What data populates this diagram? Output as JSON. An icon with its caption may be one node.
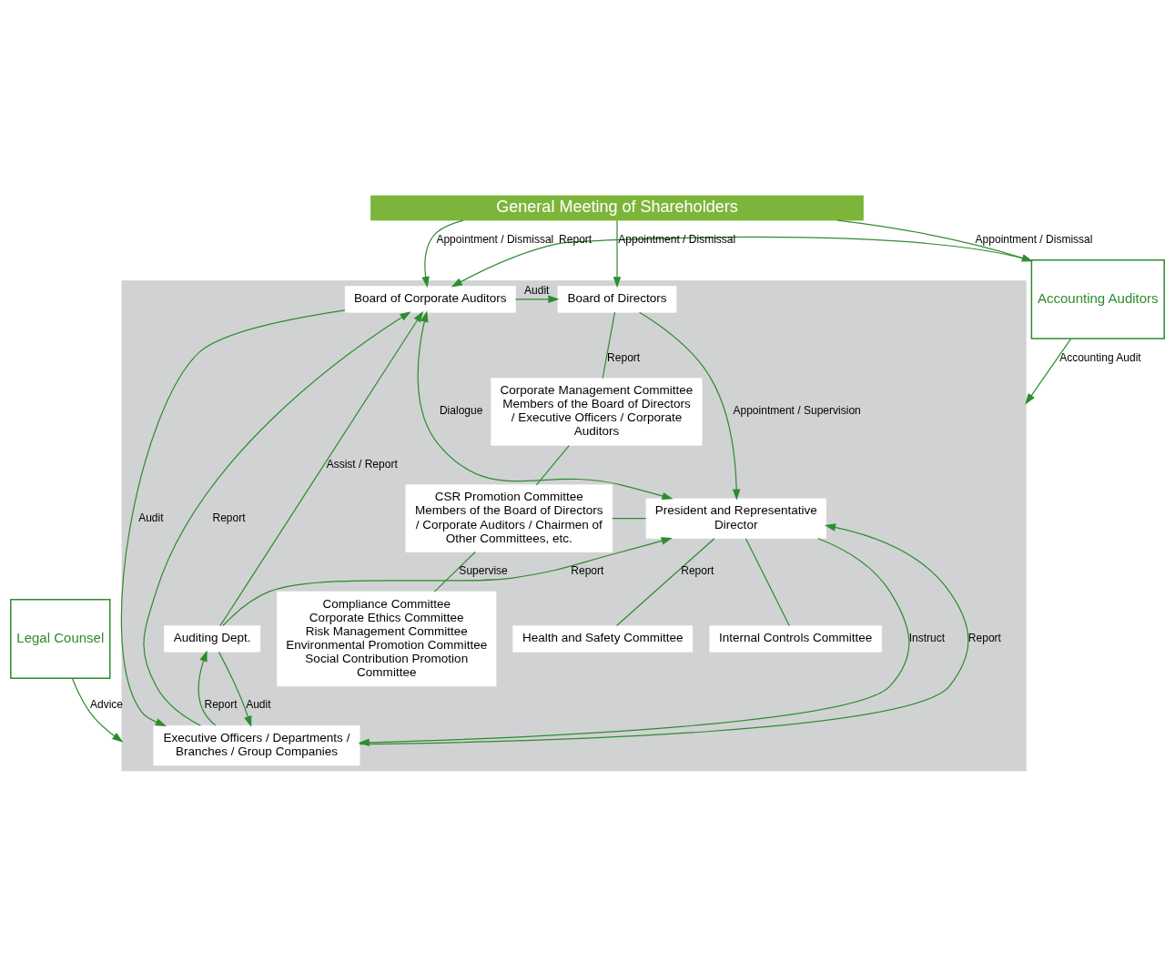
{
  "diagram": {
    "nodes": [
      {
        "text": [
          "General Meeting of Shareholders"
        ]
      },
      {
        "text": [
          "Accounting Auditors"
        ]
      },
      {
        "text": [
          "Legal Counsel"
        ]
      },
      {
        "text": [],
        "shape": "box"
      },
      {
        "text": [
          "Board of Corporate Auditors"
        ],
        "in": 3
      },
      {
        "text": [
          "Board of Directors"
        ],
        "in": 3
      },
      {
        "text": [
          "Corporate Management Committee",
          "Members of the Board of Directors / Executive Officers / Corporate Auditors"
        ],
        "in": 3
      },
      {
        "text": [
          "President and Representative Director"
        ],
        "in": 3
      },
      {
        "text": [
          "CSR Promotion Committee",
          "Members of the Board of Directors / Corporate Auditors / Chairmen of Other Committees, etc."
        ],
        "in": 3
      },
      {
        "text": [
          "Auditing Dept."
        ],
        "in": 3
      },
      {
        "text": [
          "Compliance Committee",
          "Corporate Ethics Committee",
          "Risk Management Committee",
          "Environmental Promotion Committee",
          "Social Contribution Promotion Committee"
        ],
        "in": 3
      },
      {
        "text": [
          "Health and Safety Committee"
        ],
        "in": 3
      },
      {
        "text": [
          "Internal Controls Committee"
        ],
        "in": 3
      },
      {
        "text": [
          "Executive Officers / Departments / Branches / Group Companies"
        ],
        "in": 3
      }
    ],
    "edges": [
      {
        "from": 0,
        "to": 1,
        "arrow": "to",
        "label": "Appointment / Dismissal"
      },
      {
        "from": 0,
        "to": 4,
        "arrow": "to",
        "label": "Appointment / Dismissal"
      },
      {
        "from": 0,
        "to": 5,
        "arrow": "to",
        "label": "Appointment / Dismissal"
      },
      {
        "from": 1,
        "to": 4,
        "arrow": "to",
        "label": "Report"
      },
      {
        "from": 1,
        "to": 3,
        "arrow": "to",
        "label": "Accounting Audit"
      },
      {
        "from": 2,
        "to": 3,
        "arrow": "to",
        "label": "Advice"
      },
      {
        "from": 4,
        "to": 5,
        "arrow": "to",
        "label": "Audit"
      },
      {
        "from": 5,
        "to": 6,
        "arrow": "none",
        "label": "Report"
      },
      {
        "from": 5,
        "to": 7,
        "arrow": "to",
        "label": "Appointment / Supervision"
      },
      {
        "from": 4,
        "to": 7,
        "arrow": "both",
        "label": "Dialogue"
      },
      {
        "from": 4,
        "to": 13,
        "arrow": "to",
        "label": "Audit"
      },
      {
        "from": 13,
        "to": 4,
        "arrow": "to",
        "label": "Report"
      },
      {
        "from": 9,
        "to": 4,
        "arrow": "to",
        "label": "Assist / Report"
      },
      {
        "from": 9,
        "to": 7,
        "arrow": "to",
        "label": "Report"
      },
      {
        "from": 9,
        "to": 13,
        "arrow": "to",
        "label": "Audit"
      },
      {
        "from": 13,
        "to": 9,
        "arrow": "to",
        "label": "Report"
      },
      {
        "from": 7,
        "to": 13,
        "arrow": "to",
        "label": "Instruct"
      },
      {
        "from": 13,
        "to": 7,
        "arrow": "to",
        "label": "Report"
      },
      {
        "from": 7,
        "to": 8,
        "arrow": "none"
      },
      {
        "from": 6,
        "to": 8,
        "arrow": "none"
      },
      {
        "from": 8,
        "to": 10,
        "arrow": "none",
        "label": "Supervise"
      },
      {
        "from": 7,
        "to": 11,
        "arrow": "none",
        "label": "Report"
      },
      {
        "from": 7,
        "to": 12,
        "arrow": "none"
      }
    ]
  }
}
